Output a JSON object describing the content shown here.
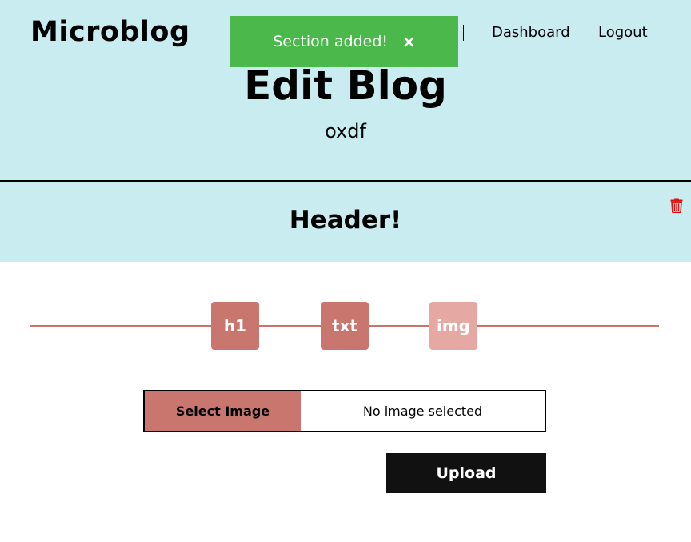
{
  "navbar": {
    "brand": "Microblog",
    "links": [
      "Dashboard",
      "Logout"
    ]
  },
  "toast": {
    "message": "Section added!",
    "close_glyph": "×",
    "color": "#4bb84b"
  },
  "header": {
    "title": "Edit Blog",
    "blog_name": "oxdf"
  },
  "sections": [
    {
      "heading": "Header!",
      "delete_icon": "trash-icon",
      "delete_color": "#e01010"
    }
  ],
  "tools": {
    "items": [
      {
        "label": "h1",
        "active": false
      },
      {
        "label": "txt",
        "active": false
      },
      {
        "label": "img",
        "active": true
      }
    ],
    "accent": "#c9766e"
  },
  "image_upload": {
    "select_label": "Select Image",
    "status": "No image selected",
    "upload_label": "Upload"
  },
  "colors": {
    "header_bg": "#c8ecef",
    "upload_bg": "#111111"
  }
}
